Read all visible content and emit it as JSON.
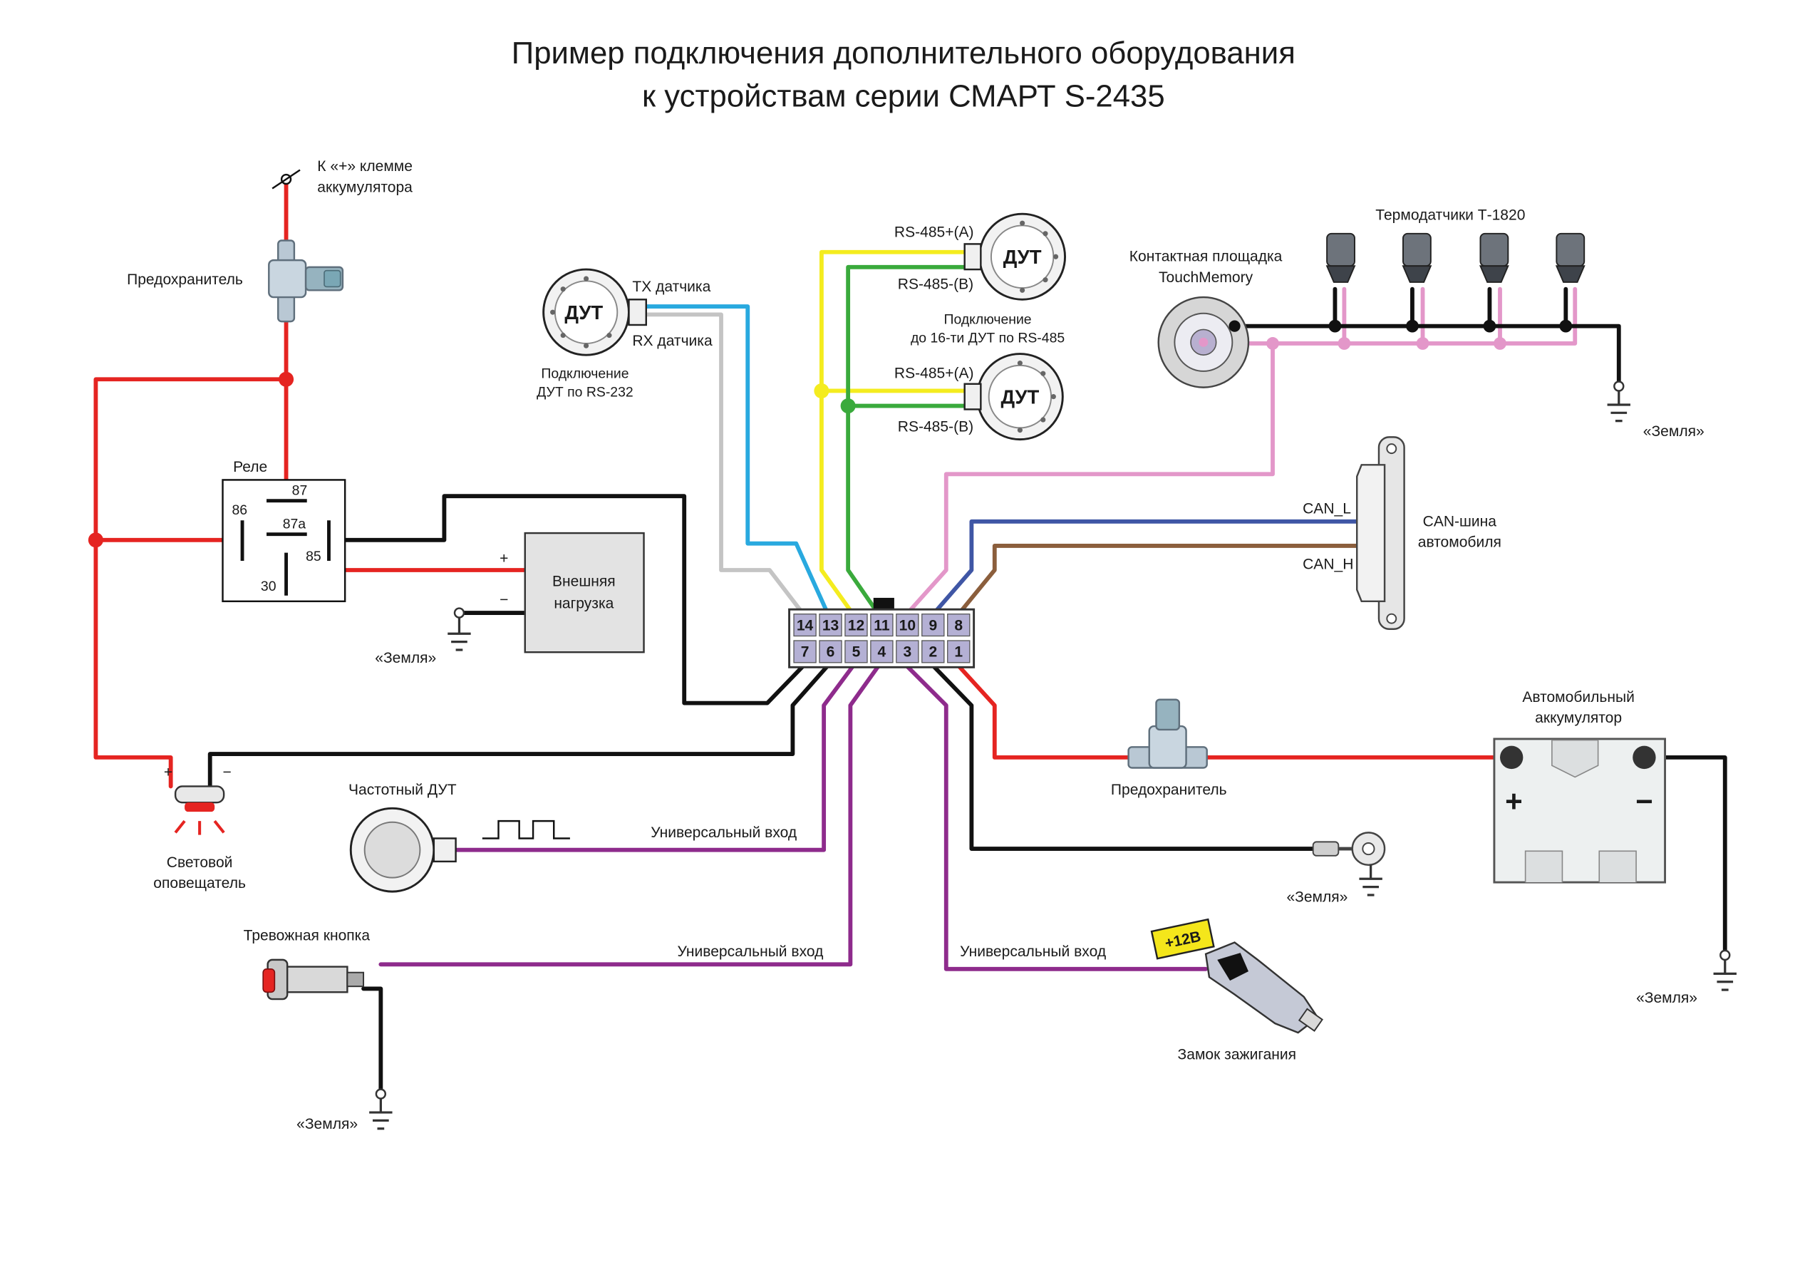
{
  "title": {
    "line1": "Пример подключения дополнительного оборудования",
    "line2": "к устройствам серии СМАРТ S-2435"
  },
  "connector": {
    "top_pins": [
      "14",
      "13",
      "12",
      "11",
      "10",
      "9",
      "8"
    ],
    "bottom_pins": [
      "7",
      "6",
      "5",
      "4",
      "3",
      "2",
      "1"
    ]
  },
  "labels": {
    "battery_terminal_1": "К «+» клемме",
    "battery_terminal_2": "аккумулятора",
    "fuse_top": "Предохранитель",
    "relay": "Реле",
    "relay_87": "87",
    "relay_86": "86",
    "relay_87a": "87a",
    "relay_85": "85",
    "relay_30": "30",
    "load_1": "Внешняя",
    "load_2": "нагрузка",
    "plus": "+",
    "minus": "−",
    "ground": "«Земля»",
    "beacon_1": "Световой",
    "beacon_2": "оповещатель",
    "freq_dut": "Частотный ДУТ",
    "universal_input": "Универсальный вход",
    "alarm_button": "Тревожная кнопка",
    "dut": "ДУТ",
    "tx": "TX датчика",
    "rx": "RX датчика",
    "rs232_1": "Подключение",
    "rs232_2": "ДУТ по RS-232",
    "rs485a": "RS-485+(A)",
    "rs485b": "RS-485-(B)",
    "rs485_note_1": "Подключение",
    "rs485_note_2": "до 16-ти ДУТ по RS-485",
    "touch_1": "Контактная площадка",
    "touch_2": "TouchMemory",
    "thermo": "Термодатчики Т-1820",
    "can_l": "CAN_L",
    "can_h": "CAN_H",
    "can_bus_1": "CAN-шина",
    "can_bus_2": "автомобиля",
    "fuse_bottom": "Предохранитель",
    "car_battery_1": "Автомобильный",
    "car_battery_2": "аккумулятор",
    "battery_plus": "+",
    "battery_minus": "−",
    "ignition": "Замок зажигания",
    "plus12": "+12В"
  },
  "colors": {
    "red": "#e52421",
    "black": "#111111",
    "purple": "#8e2b8c",
    "blue": "#29a9df",
    "grey": "#c4c4c4",
    "yellow": "#f4ec1f",
    "green": "#3aaa3c",
    "pink": "#e397c9",
    "navy": "#3f56a5",
    "brown": "#8b5e3c"
  }
}
